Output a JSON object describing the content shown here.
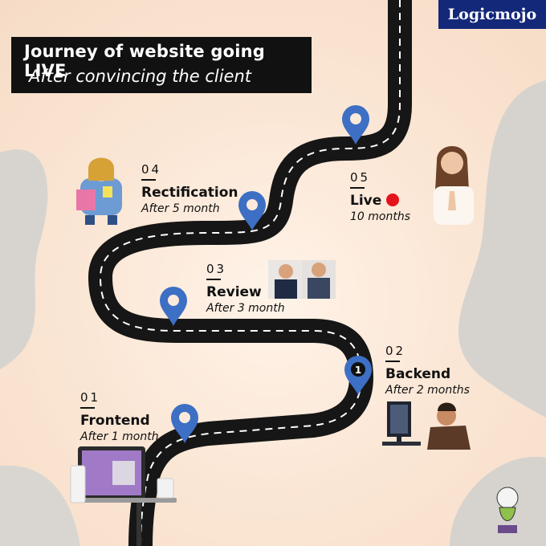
{
  "brand": "Logicmojo",
  "title": {
    "line1": "Journey of website going LIVE",
    "line2": "After convincing the client"
  },
  "steps": [
    {
      "num": "01",
      "name": "Frontend",
      "duration": "After 1 month"
    },
    {
      "num": "02",
      "name": "Backend",
      "duration": "After 2 months"
    },
    {
      "num": "03",
      "name": "Review",
      "duration": "After 3 month"
    },
    {
      "num": "04",
      "name": "Rectification",
      "duration": "After 5 month"
    },
    {
      "num": "05",
      "name": "Live",
      "duration": "10 months"
    }
  ],
  "colors": {
    "road": "#161616",
    "road_dash": "#ffffff",
    "pin": "#3d6fc4",
    "brand_bg": "#14287a",
    "live_dot": "#e3141a"
  },
  "pin_badge": "1"
}
